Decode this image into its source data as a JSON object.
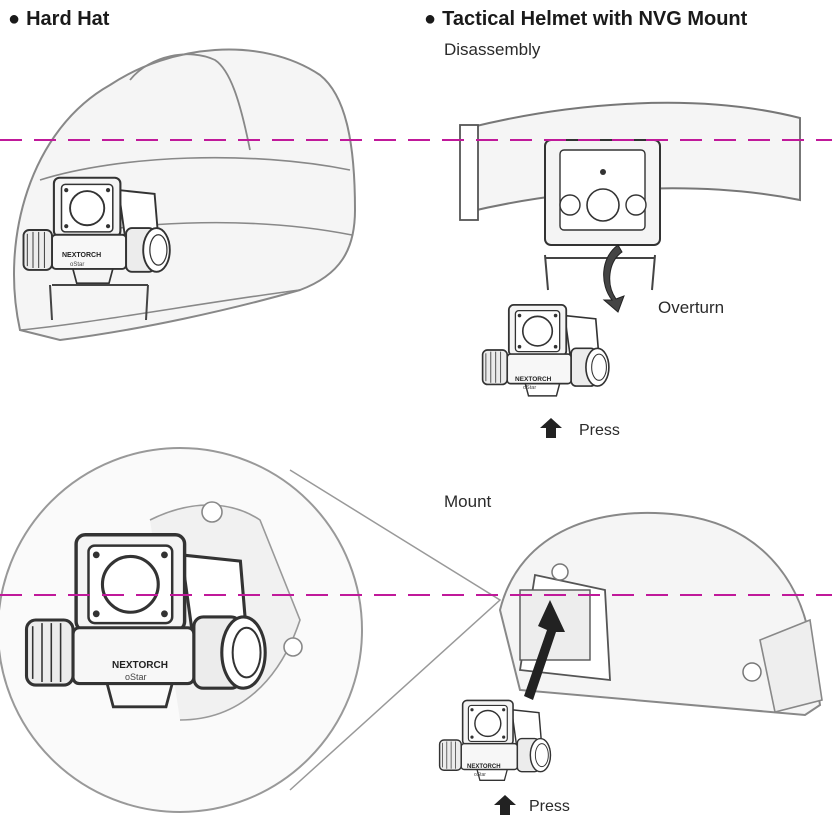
{
  "headings": {
    "hard_hat": "Hard Hat",
    "tactical": "Tactical Helmet with NVG Mount",
    "bullet": "●"
  },
  "steps": {
    "disassembly": "Disassembly",
    "overturn": "Overturn",
    "press": "Press",
    "mount": "Mount"
  },
  "device": {
    "brand": "NEXTORCH",
    "model": "oStar"
  },
  "colors": {
    "guide_line": "#c0199a",
    "line_art": "#333333",
    "helmet_fill": "#f2f2f2"
  },
  "icons": {
    "overturn_arrow": "curved-arrow-icon",
    "press_arrow": "up-arrow-icon",
    "mount_arrow": "up-arrow-icon"
  }
}
